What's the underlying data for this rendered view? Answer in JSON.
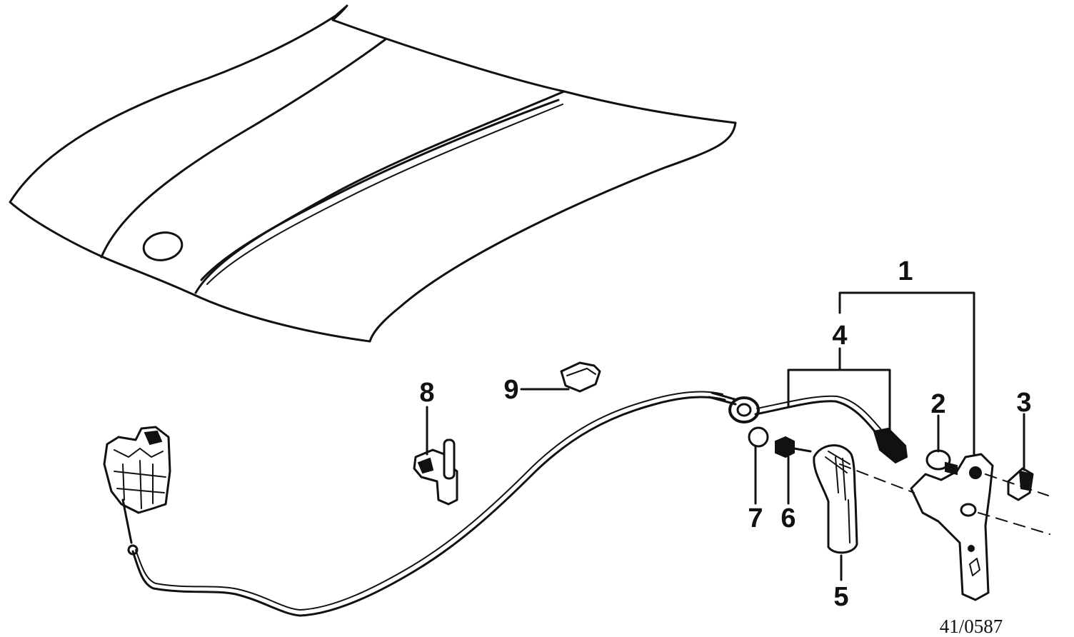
{
  "callouts": {
    "c1": "1",
    "c2": "2",
    "c3": "3",
    "c4": "4",
    "c5": "5",
    "c6": "6",
    "c7": "7",
    "c8": "8",
    "c9": "9"
  },
  "reference": "41/0587"
}
